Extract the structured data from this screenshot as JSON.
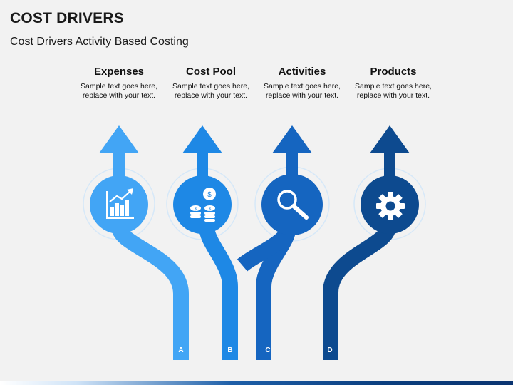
{
  "header": {
    "title": "COST DRIVERS",
    "subtitle": "Cost Drivers Activity Based Costing"
  },
  "columns": [
    {
      "heading": "Expenses",
      "text": "Sample text goes here,\nreplace with your text.",
      "letter": "A",
      "icon": "chart-growth-icon",
      "color": "#42a5f5"
    },
    {
      "heading": "Cost Pool",
      "text": "Sample text goes here,\nreplace with your text.",
      "letter": "B",
      "icon": "coins-icon",
      "color": "#1e88e5"
    },
    {
      "heading": "Activities",
      "text": "Sample text goes here,\nreplace with your text.",
      "letter": "C",
      "icon": "magnifier-icon",
      "color": "#1565c0"
    },
    {
      "heading": "Products",
      "text": "Sample text goes here,\nreplace with your text.",
      "letter": "D",
      "icon": "gear-icon",
      "color": "#0d4a8f"
    }
  ]
}
